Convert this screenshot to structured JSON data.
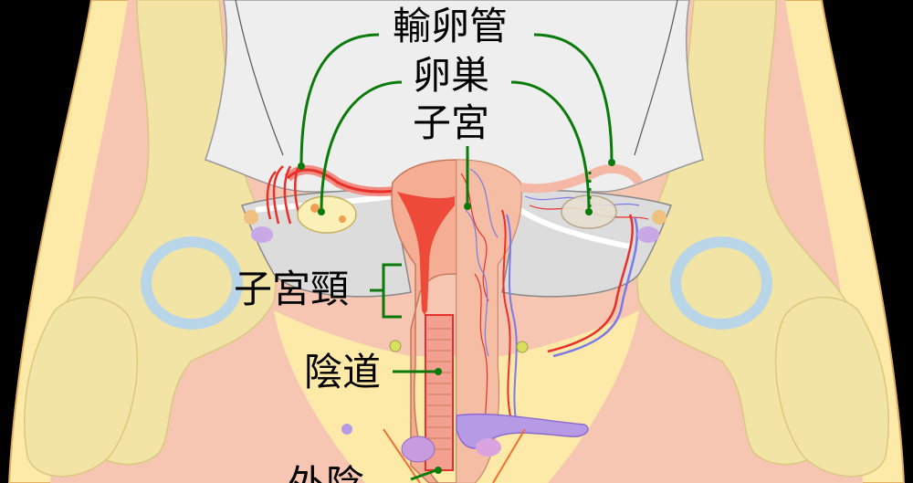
{
  "labels": {
    "fallopian_tube": "輸卵管",
    "ovary": "卵巣",
    "uterus": "子宮",
    "cervix": "子宮頸",
    "vagina": "陰道",
    "vulva": "外陰"
  },
  "colors": {
    "background": "#000000",
    "skin": "#fde9a8",
    "muscle": "#f6c6b2",
    "bone": "#f2e4a4",
    "bone_outline": "#b9d6e8",
    "peritoneum": "#eeeeee",
    "broad_ligament": "#dedede",
    "uterus_wall": "#f5ad94",
    "uterus_cavity": "#ee4a3a",
    "leader_line": "#0a7a0a",
    "bladder": "#b79ae6"
  },
  "icons": [
    "leader-dot"
  ]
}
